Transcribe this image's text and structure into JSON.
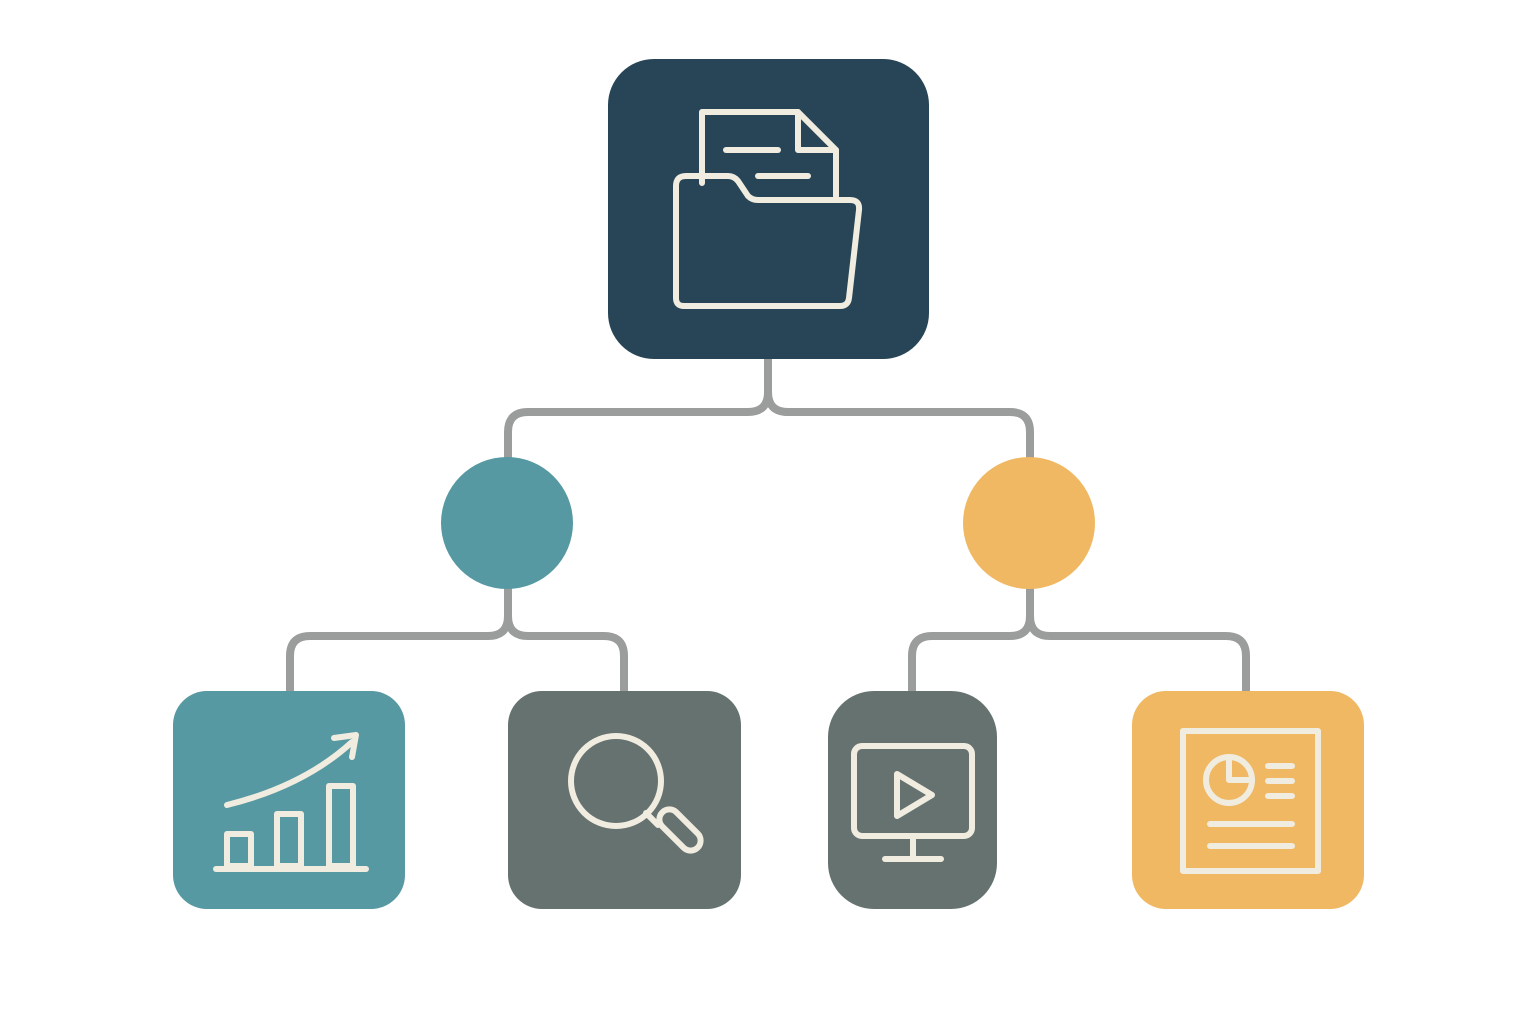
{
  "diagram": {
    "type": "hierarchy-tree",
    "colors": {
      "root": "#274556",
      "teal": "#5799a3",
      "amber": "#f0b862",
      "slate": "#667270",
      "connector": "#9b9d9c",
      "icon_line": "#f1ece0"
    },
    "root": {
      "icon": "folder-with-document-icon",
      "color": "#274556"
    },
    "branches": [
      {
        "node": "teal-circle",
        "color": "#5799a3",
        "children": [
          {
            "icon": "growth-bar-chart-icon",
            "color": "#5799a3"
          },
          {
            "icon": "magnifying-glass-icon",
            "color": "#667270"
          }
        ]
      },
      {
        "node": "amber-circle",
        "color": "#f0b862",
        "children": [
          {
            "icon": "video-monitor-icon",
            "color": "#667270"
          },
          {
            "icon": "report-document-icon",
            "color": "#f0b862"
          }
        ]
      }
    ]
  }
}
